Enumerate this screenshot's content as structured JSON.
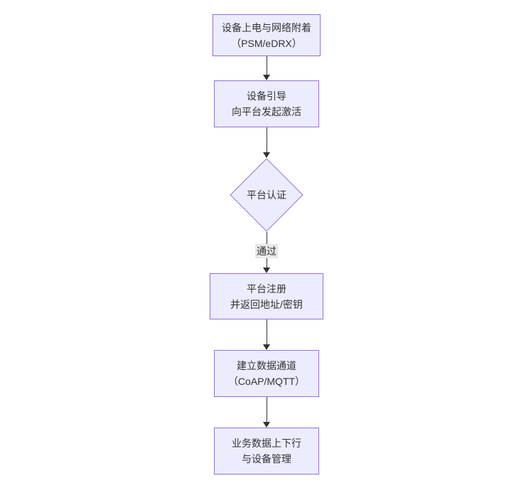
{
  "diagram": {
    "type": "flowchart-vertical",
    "colors": {
      "background": "#ffffff",
      "node_fill": "#ECECFF",
      "node_border": "#9370DB",
      "text": "#333333",
      "arrow": "#333333",
      "edge_label_bg": "#e8e8e8"
    },
    "nodes": [
      {
        "id": "A",
        "shape": "rect",
        "line1": "设备上电与网络附着",
        "line2": "（PSM/eDRX）"
      },
      {
        "id": "B",
        "shape": "rect",
        "line1": "设备引导",
        "line2": "向平台发起激活"
      },
      {
        "id": "C",
        "shape": "diamond",
        "line1": "平台认证",
        "line2": ""
      },
      {
        "id": "D",
        "shape": "rect",
        "line1": "平台注册",
        "line2": "并返回地址/密钥"
      },
      {
        "id": "E",
        "shape": "rect",
        "line1": "建立数据通道",
        "line2": "（CoAP/MQTT）"
      },
      {
        "id": "F",
        "shape": "rect",
        "line1": "业务数据上下行",
        "line2": "与设备管理"
      }
    ],
    "edges": [
      {
        "from": "A",
        "to": "B",
        "label": ""
      },
      {
        "from": "B",
        "to": "C",
        "label": ""
      },
      {
        "from": "C",
        "to": "D",
        "label": "通过"
      },
      {
        "from": "D",
        "to": "E",
        "label": ""
      },
      {
        "from": "E",
        "to": "F",
        "label": ""
      }
    ]
  }
}
